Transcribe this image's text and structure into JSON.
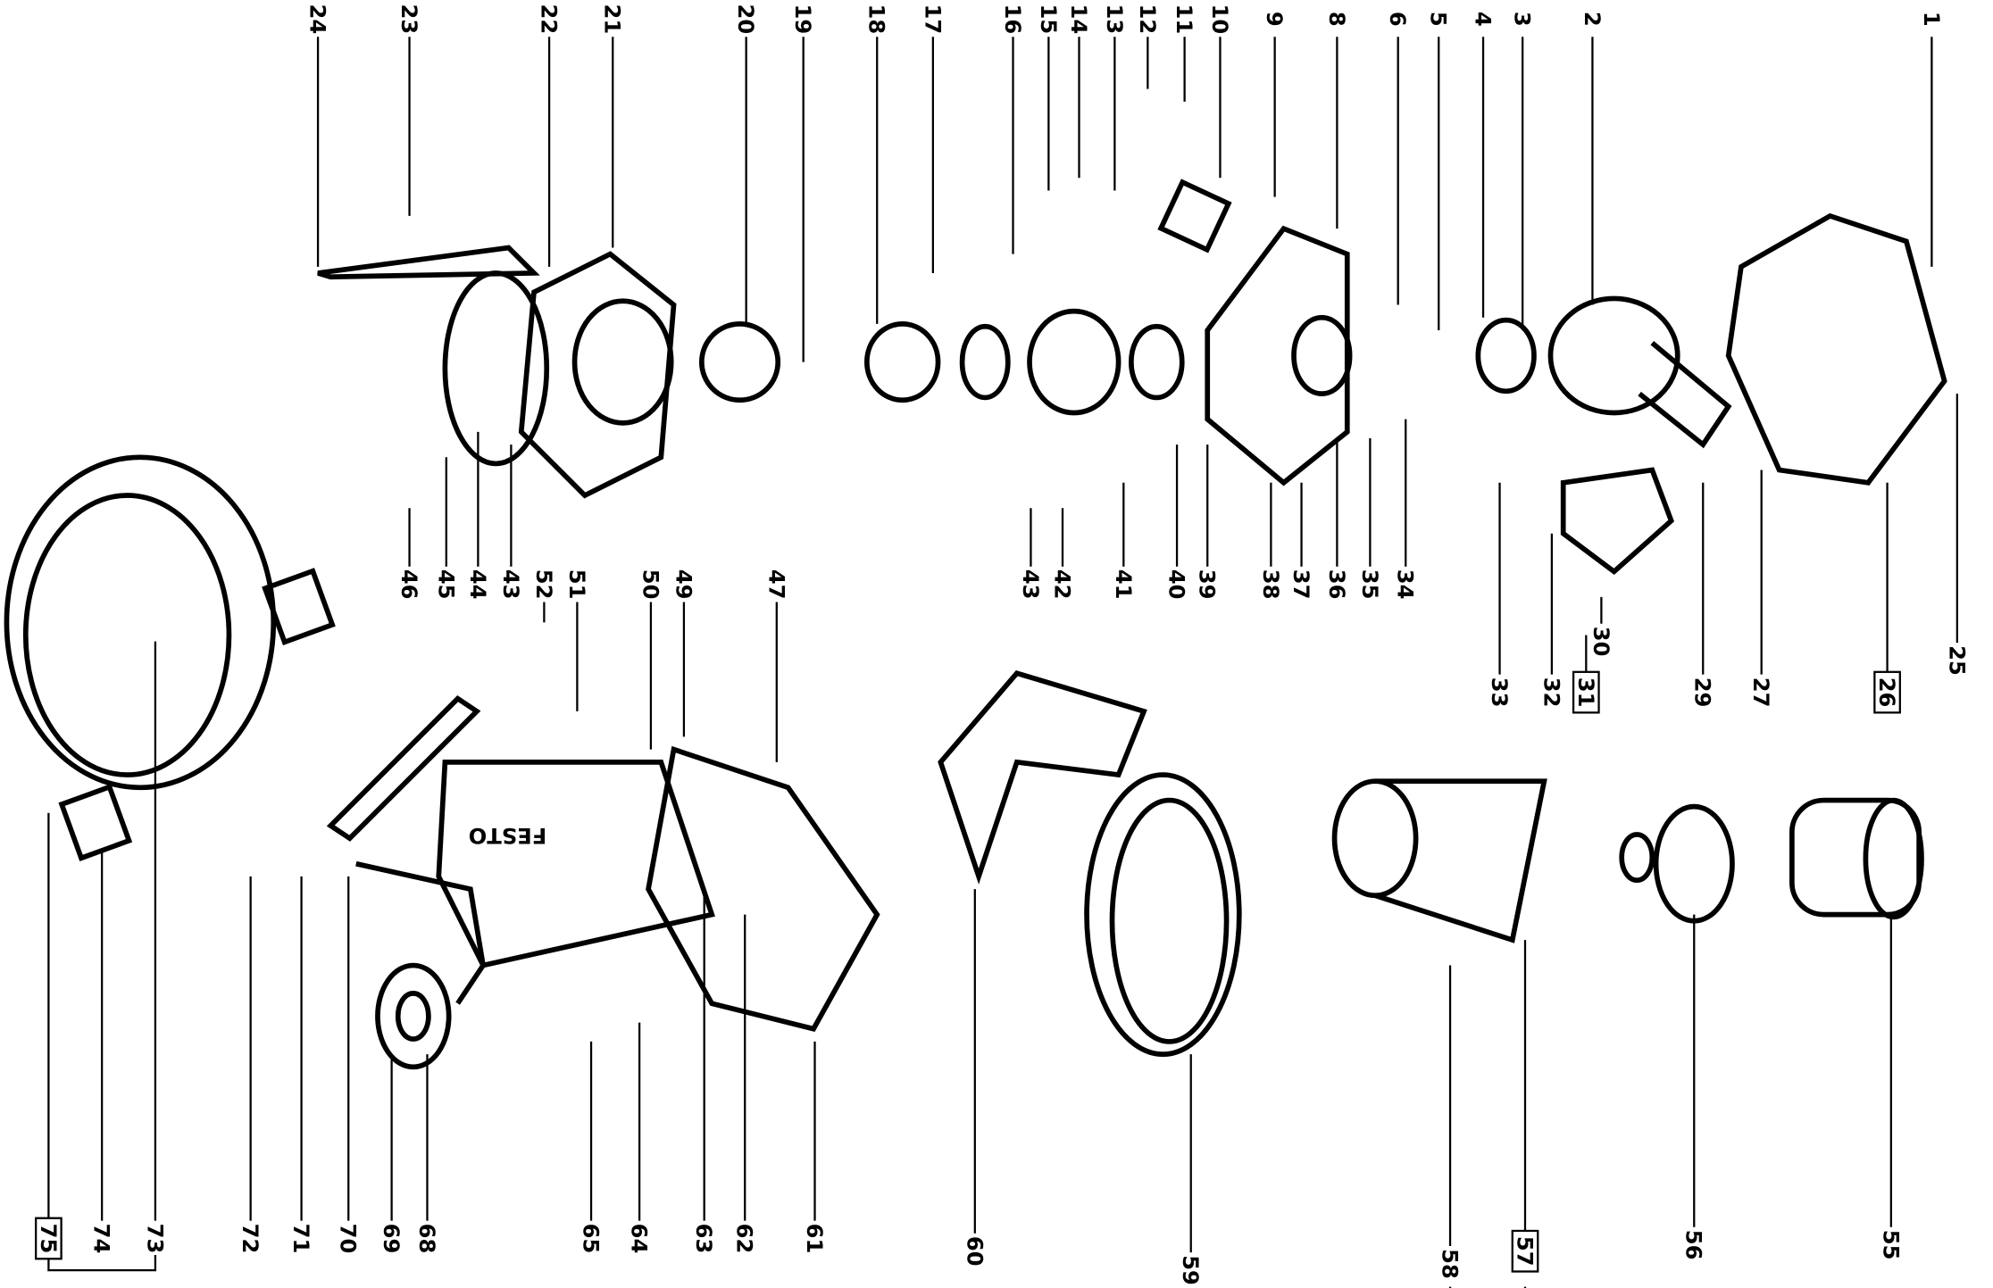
{
  "diagram": {
    "title_logo": "FESTO",
    "labels_top": [
      "24",
      "23",
      "22",
      "21",
      "20",
      "19",
      "18",
      "17",
      "16",
      "15",
      "14",
      "13",
      "12",
      "11",
      "10",
      "9",
      "8",
      "6",
      "5",
      "4",
      "3",
      "2",
      "1"
    ],
    "labels_middle": [
      "46",
      "45",
      "44",
      "43",
      "52",
      "51",
      "50",
      "49",
      "47",
      "43",
      "42",
      "41",
      "40",
      "39",
      "38",
      "37",
      "36",
      "35",
      "34",
      "33",
      "32",
      "31",
      "30",
      "29",
      "27",
      "26",
      "25"
    ],
    "labels_bottom": [
      "75",
      "74",
      "73",
      "72",
      "71",
      "70",
      "69",
      "68",
      "65",
      "64",
      "63",
      "62",
      "61",
      "60",
      "59",
      "58",
      "57",
      "56",
      "55"
    ],
    "boxed_labels": [
      "31",
      "26",
      "75",
      "57"
    ]
  }
}
